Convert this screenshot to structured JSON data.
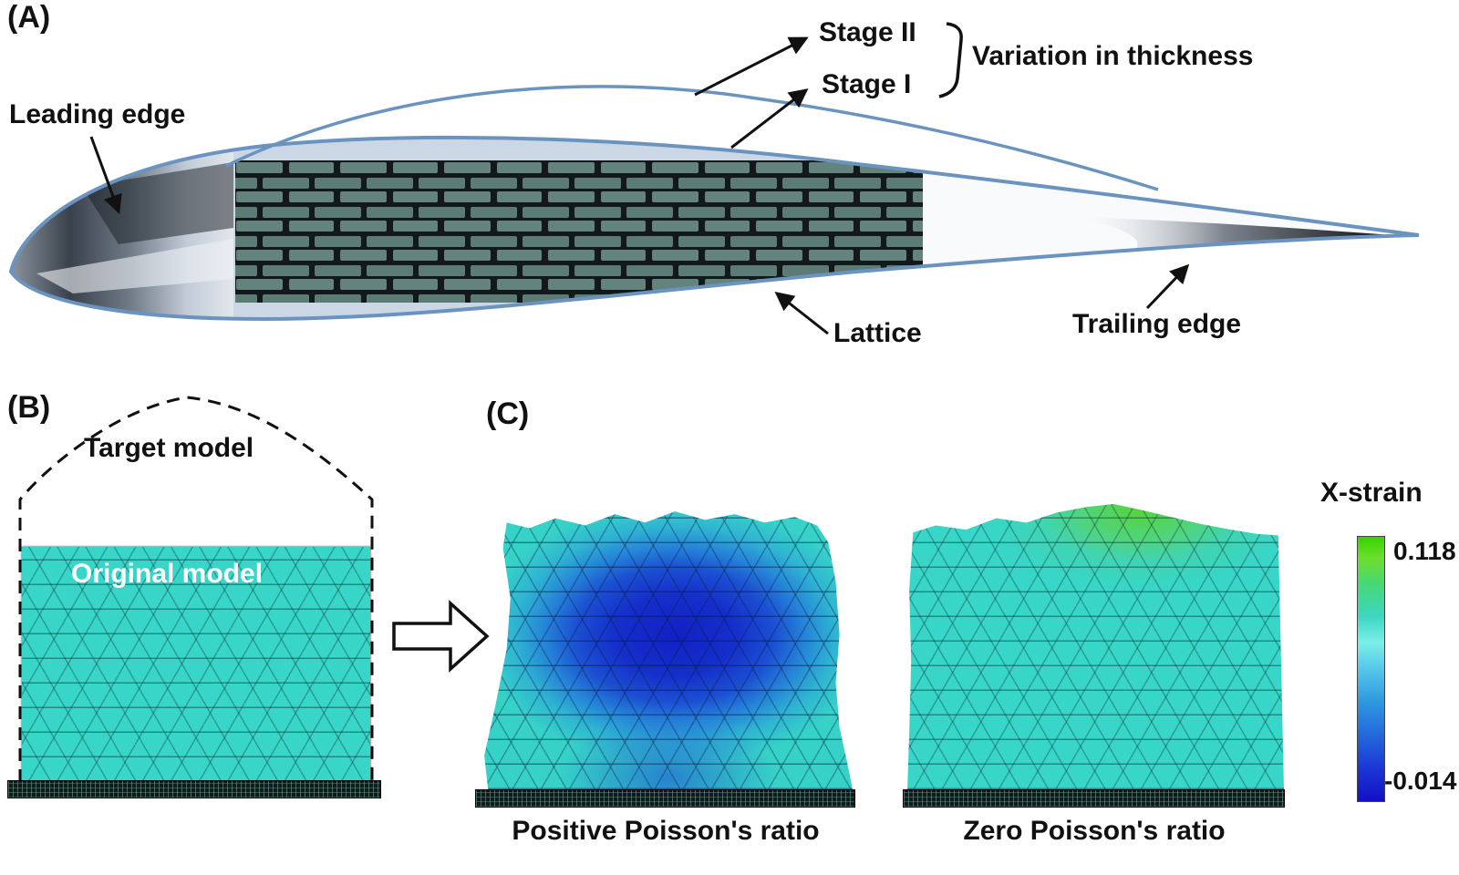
{
  "panel_a": {
    "tag": "(A)",
    "leading_edge_label": "Leading edge",
    "stage2_label": "Stage II",
    "stage1_label": "Stage I",
    "variation_label": "Variation in thickness",
    "lattice_label": "Lattice",
    "trailing_edge_label": "Trailing edge"
  },
  "panel_b": {
    "tag": "(B)",
    "target_model_label": "Target model",
    "original_model_label": "Original model"
  },
  "panel_c": {
    "tag": "(C)",
    "positive_caption": "Positive Poisson's ratio",
    "zero_caption": "Zero Poisson's ratio",
    "colorbar": {
      "title": "X-strain",
      "max_value": "0.118",
      "min_value": "-0.014"
    }
  },
  "colors": {
    "airfoil_outline": "#6b93c0",
    "mesh_turquoise": "#37d6c8",
    "lattice_teal": "#5c7b75",
    "strain_max_green": "#35d400",
    "strain_min_blue": "#140fc4"
  }
}
